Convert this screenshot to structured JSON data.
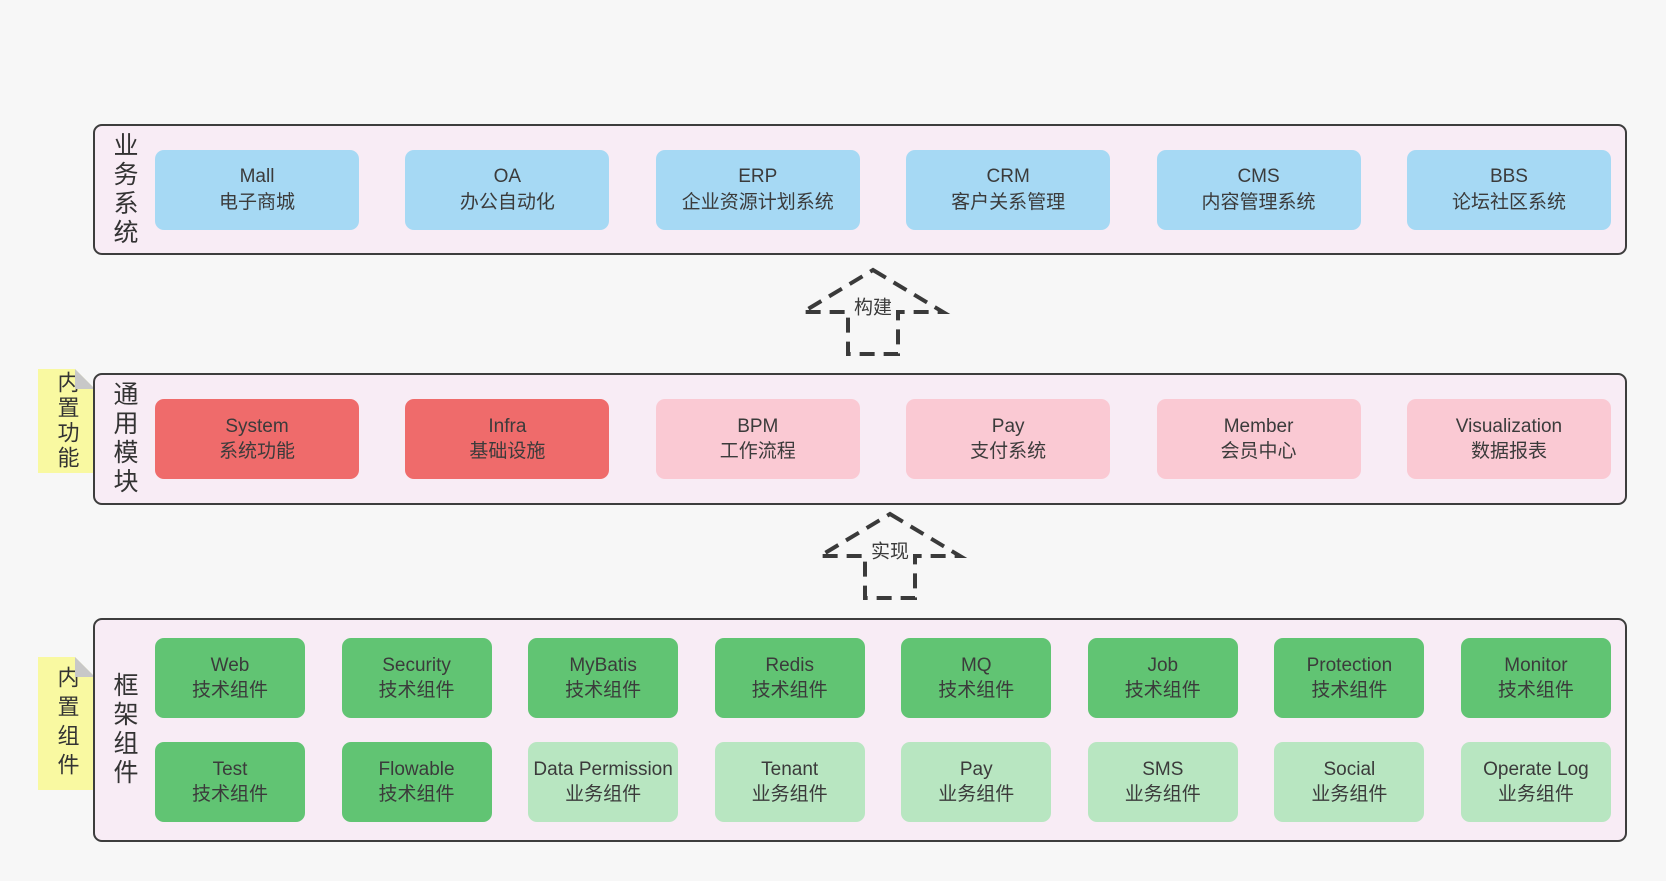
{
  "colors": {
    "page_bg": "#f7f7f7",
    "band_bg": "#f8ecf5",
    "band_border": "#3d3d3d",
    "blue": "#a6d9f4",
    "red": "#ef6b6b",
    "pink": "#fac9d3",
    "green": "#61c473",
    "light_green": "#b8e6c1",
    "note_yellow": "#f9f9a1",
    "text": "#3b3b3b"
  },
  "bands": {
    "business": {
      "label": "业务系统",
      "items": [
        {
          "en": "Mall",
          "zh": "电子商城"
        },
        {
          "en": "OA",
          "zh": "办公自动化"
        },
        {
          "en": "ERP",
          "zh": "企业资源计划系统"
        },
        {
          "en": "CRM",
          "zh": "客户关系管理"
        },
        {
          "en": "CMS",
          "zh": "内容管理系统"
        },
        {
          "en": "BBS",
          "zh": "论坛社区系统"
        }
      ]
    },
    "modules": {
      "label": "通用模块",
      "note": "内置功能",
      "items": [
        {
          "en": "System",
          "zh": "系统功能",
          "variant": "red"
        },
        {
          "en": "Infra",
          "zh": "基础设施",
          "variant": "red"
        },
        {
          "en": "BPM",
          "zh": "工作流程",
          "variant": "pink"
        },
        {
          "en": "Pay",
          "zh": "支付系统",
          "variant": "pink"
        },
        {
          "en": "Member",
          "zh": "会员中心",
          "variant": "pink"
        },
        {
          "en": "Visualization",
          "zh": "数据报表",
          "variant": "pink"
        }
      ]
    },
    "components": {
      "label": "框架组件",
      "note": "内置组件",
      "row1": [
        {
          "en": "Web",
          "zh": "技术组件",
          "variant": "green"
        },
        {
          "en": "Security",
          "zh": "技术组件",
          "variant": "green"
        },
        {
          "en": "MyBatis",
          "zh": "技术组件",
          "variant": "green"
        },
        {
          "en": "Redis",
          "zh": "技术组件",
          "variant": "green"
        },
        {
          "en": "MQ",
          "zh": "技术组件",
          "variant": "green"
        },
        {
          "en": "Job",
          "zh": "技术组件",
          "variant": "green"
        },
        {
          "en": "Protection",
          "zh": "技术组件",
          "variant": "green"
        },
        {
          "en": "Monitor",
          "zh": "技术组件",
          "variant": "green"
        }
      ],
      "row2": [
        {
          "en": "Test",
          "zh": "技术组件",
          "variant": "green"
        },
        {
          "en": "Flowable",
          "zh": "技术组件",
          "variant": "green"
        },
        {
          "en": "Data Permission",
          "zh": "业务组件",
          "variant": "lightgreen"
        },
        {
          "en": "Tenant",
          "zh": "业务组件",
          "variant": "lightgreen"
        },
        {
          "en": "Pay",
          "zh": "业务组件",
          "variant": "lightgreen"
        },
        {
          "en": "SMS",
          "zh": "业务组件",
          "variant": "lightgreen"
        },
        {
          "en": "Social",
          "zh": "业务组件",
          "variant": "lightgreen"
        },
        {
          "en": "Operate Log",
          "zh": "业务组件",
          "variant": "lightgreen"
        }
      ]
    }
  },
  "arrows": {
    "build": "构建",
    "implement": "实现"
  }
}
